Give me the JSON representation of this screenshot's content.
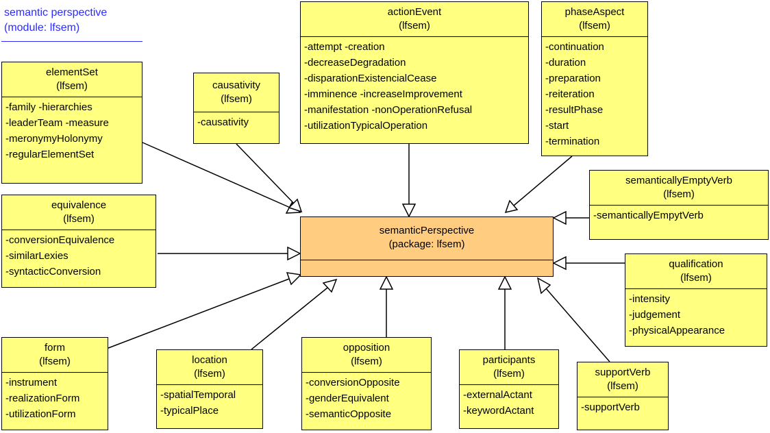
{
  "module_title": {
    "line1": "semantic perspective",
    "line2": "(module: lfsem)"
  },
  "main": {
    "name": "semanticPerspective",
    "stereotype": "(package: lfsem)"
  },
  "classes": {
    "elementSet": {
      "name": "elementSet",
      "pkg": "(lfsem)",
      "attrs": [
        "-family -hierarchies",
        "-leaderTeam -measure",
        "-meronymyHolonymy",
        "-regularElementSet"
      ]
    },
    "causativity": {
      "name": "causativity",
      "pkg": "(lfsem)",
      "attrs": [
        "-causativity"
      ]
    },
    "actionEvent": {
      "name": "actionEvent",
      "pkg": "(lfsem)",
      "attrs": [
        "-attempt -creation",
        "-decreaseDegradation",
        "-disparationExistencialCease",
        "-imminence -increaseImprovement",
        "-manifestation -nonOperationRefusal",
        "-utilizationTypicalOperation"
      ]
    },
    "phaseAspect": {
      "name": "phaseAspect",
      "pkg": "(lfsem)",
      "attrs": [
        "-continuation",
        "-duration",
        "-preparation",
        "-reiteration",
        "-resultPhase",
        "-start",
        "-termination"
      ]
    },
    "semanticallyEmptyVerb": {
      "name": "semanticallyEmptyVerb",
      "pkg": "(lfsem)",
      "attrs": [
        "-semanticallyEmpytVerb"
      ]
    },
    "equivalence": {
      "name": "equivalence",
      "pkg": "(lfsem)",
      "attrs": [
        "-conversionEquivalence",
        "-similarLexies",
        "-syntacticConversion"
      ]
    },
    "qualification": {
      "name": "qualification",
      "pkg": "(lfsem)",
      "attrs": [
        "-intensity",
        "-judgement",
        "-physicalAppearance"
      ]
    },
    "form": {
      "name": "form",
      "pkg": "(lfsem)",
      "attrs": [
        "-instrument",
        "-realizationForm",
        "-utilizationForm"
      ]
    },
    "location": {
      "name": "location",
      "pkg": "(lfsem)",
      "attrs": [
        "-spatialTemporal",
        "-typicalPlace"
      ]
    },
    "opposition": {
      "name": "opposition",
      "pkg": "(lfsem)",
      "attrs": [
        "-conversionOpposite",
        "-genderEquivalent",
        "-semanticOpposite"
      ]
    },
    "participants": {
      "name": "participants",
      "pkg": "(lfsem)",
      "attrs": [
        "-externalActant",
        "-keywordActant"
      ]
    },
    "supportVerb": {
      "name": "supportVerb",
      "pkg": "(lfsem)",
      "attrs": [
        "-supportVerb"
      ]
    }
  }
}
